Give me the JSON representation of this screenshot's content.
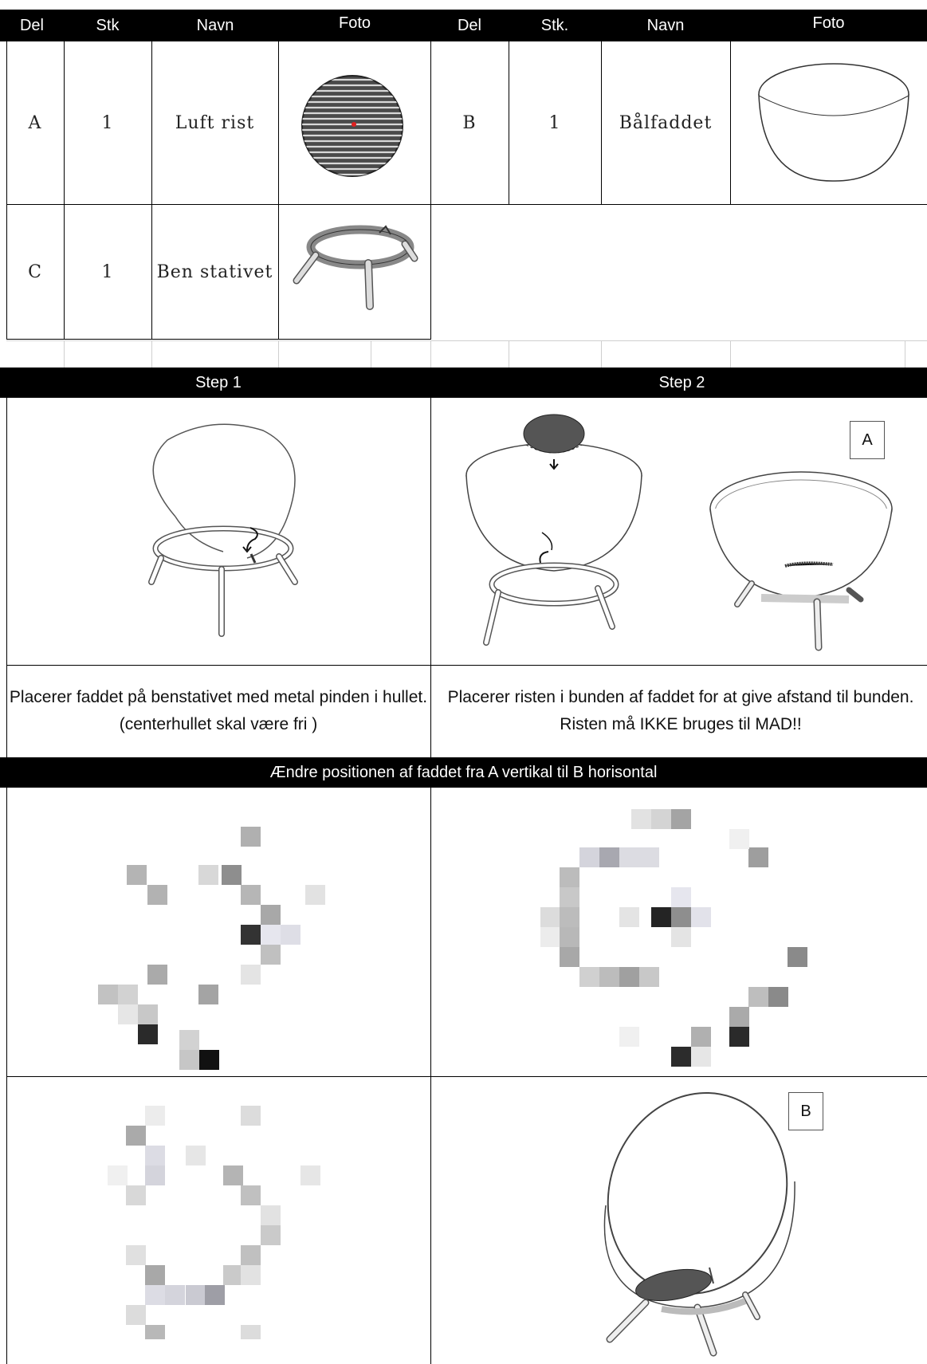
{
  "parts_table": {
    "headers": [
      "Del",
      "Stk",
      "Navn",
      "Foto",
      "Del",
      "Stk.",
      "Navn",
      "Foto"
    ],
    "rows": [
      {
        "del": "A",
        "stk": "1",
        "navn": "Luft rist",
        "del2": "B",
        "stk2": "1",
        "navn2": "Bålfaddet"
      },
      {
        "del": "C",
        "stk": "1",
        "navn": "Ben stativet"
      }
    ]
  },
  "steps": {
    "step1_title": "Step 1",
    "step2_title": "Step 2",
    "step1_caption": "Placerer faddet på benstativet med metal pinden i hullet. (centerhullet skal være fri )",
    "step2_caption": "Placerer risten i bunden af faddet for at give afstand til bunden. Risten må IKKE bruges til MAD!!",
    "step2_label": "A"
  },
  "position_section": {
    "title": "Ændre positionen af faddet fra A vertikal til B horisontal",
    "final_label": "B"
  },
  "icons": [
    "grate-photo",
    "bowl-photo",
    "leg-stand-photo",
    "step1-drawing",
    "step2-drawing",
    "bowl-on-stand-drawing",
    "pixelated-image",
    "bowl-horizontal-drawing"
  ]
}
